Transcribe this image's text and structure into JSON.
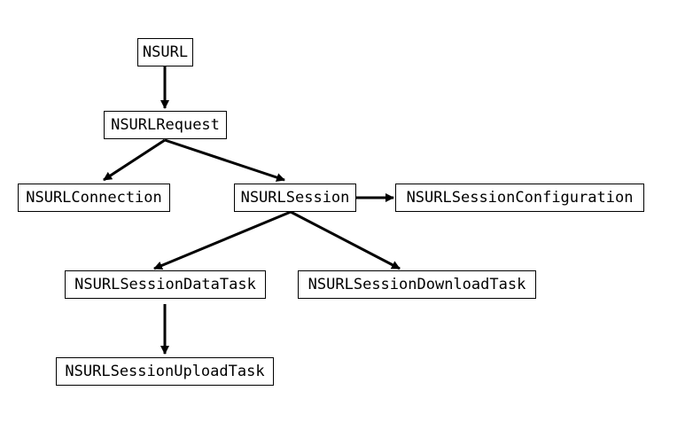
{
  "diagram": {
    "nodes": {
      "nsurl": "NSURL",
      "request": "NSURLRequest",
      "connection": "NSURLConnection",
      "session": "NSURLSession",
      "config": "NSURLSessionConfiguration",
      "datatask": "NSURLSessionDataTask",
      "download": "NSURLSessionDownloadTask",
      "upload": "NSURLSessionUploadTask"
    },
    "edges": [
      {
        "from": "nsurl",
        "to": "request"
      },
      {
        "from": "request",
        "to": "connection"
      },
      {
        "from": "request",
        "to": "session"
      },
      {
        "from": "session",
        "to": "config"
      },
      {
        "from": "session",
        "to": "datatask"
      },
      {
        "from": "session",
        "to": "download"
      },
      {
        "from": "datatask",
        "to": "upload"
      }
    ],
    "colors": {
      "line": "#000000",
      "node_border": "#000000",
      "background": "#ffffff"
    }
  }
}
